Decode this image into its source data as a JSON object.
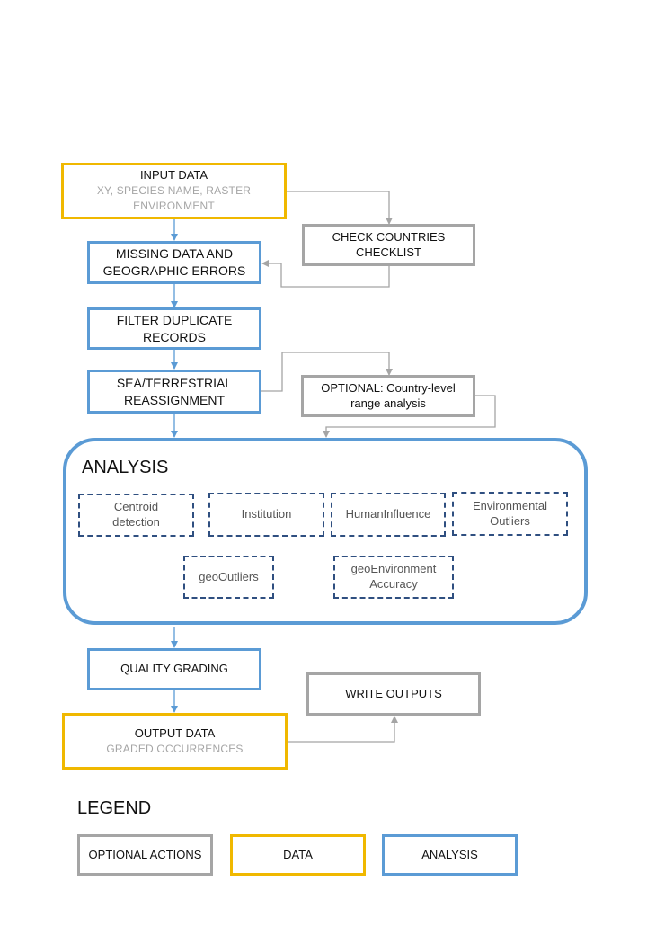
{
  "input": {
    "title": "INPUT DATA",
    "sub1": "XY, SPECIES NAME, RASTER",
    "sub2": "ENVIRONMENT"
  },
  "check_countries": {
    "line1": "CHECK COUNTRIES",
    "line2": "CHECKLIST"
  },
  "missing": {
    "line1": "MISSING  DATA AND",
    "line2": "GEOGRAPHIC ERRORS"
  },
  "filter": {
    "line1": "FILTER DUPLICATE",
    "line2": "RECORDS"
  },
  "sea": {
    "line1": "SEA/TERRESTRIAL",
    "line2": "REASSIGNMENT"
  },
  "optional_country": {
    "line1": "OPTIONAL: Country-level",
    "line2": "range analysis"
  },
  "analysis": {
    "title": "ANALYSIS",
    "modules": {
      "centroid": {
        "line1": "Centroid",
        "line2": "detection"
      },
      "institution": "Institution",
      "human": "HumanInfluence",
      "env_outliers": {
        "line1": "Environmental",
        "line2": "Outliers"
      },
      "geo_outliers": "geoOutliers",
      "geo_env": {
        "line1": "geoEnvironment",
        "line2": "Accuracy"
      }
    }
  },
  "quality": "QUALITY GRADING",
  "write_outputs": "WRITE OUTPUTS",
  "output": {
    "title": "OUTPUT DATA",
    "sub": "GRADED OCCURRENCES"
  },
  "legend": {
    "title": "LEGEND",
    "optional": "OPTIONAL ACTIONS",
    "data": "DATA",
    "analysis": "ANALYSIS"
  },
  "colors": {
    "data": "#F0B800",
    "analysis": "#5B9BD5",
    "optional": "#A5A5A5",
    "module_border": "#2F4F80"
  }
}
